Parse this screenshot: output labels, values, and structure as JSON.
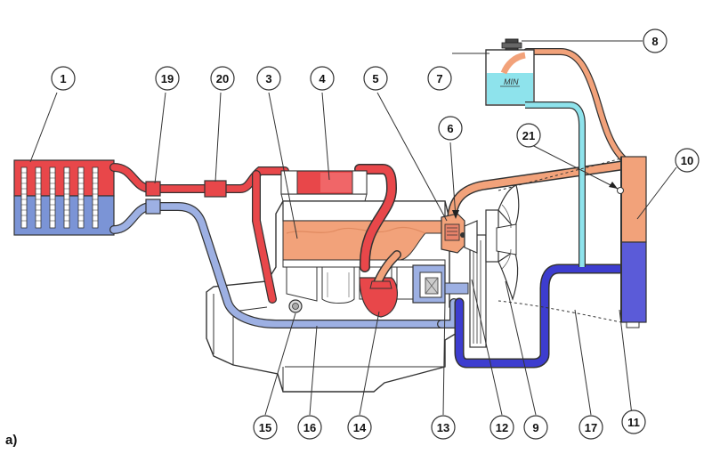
{
  "figure": {
    "caption": "а)",
    "reservoir_label": "MIN"
  },
  "colors": {
    "hot": "#e8474a",
    "hot_dark": "#d42b2f",
    "cold": "#7b94d6",
    "cold_dark": "#3d3dcf",
    "warm": "#f2a27a",
    "cyan": "#8ee3ec",
    "outline": "#333333",
    "engine_fill": "#ffffff"
  },
  "callouts": [
    "1",
    "19",
    "20",
    "3",
    "4",
    "5",
    "7",
    "8",
    "6",
    "21",
    "10",
    "15",
    "16",
    "14",
    "13",
    "12",
    "9",
    "17",
    "11"
  ]
}
